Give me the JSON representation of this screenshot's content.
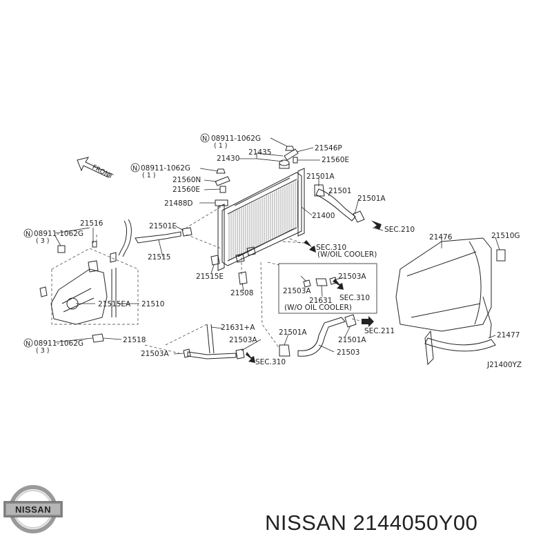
{
  "brand": {
    "logo_text": "NISSAN",
    "title_brand": "NISSAN",
    "title_part": "2144050Y00"
  },
  "diagram": {
    "front_label": "FRONT",
    "ref_code": "J21400YZ",
    "nut_marker": "N",
    "labels": {
      "bolt_top": "08911-1062G",
      "qty_top": "( 1 )",
      "bolt_mid": "08911-1062G",
      "qty_mid": "( 1 )",
      "bolt_left": "08911-1062G",
      "qty_left": "( 3 )",
      "bolt_bottom": "08911-1062G",
      "qty_bottom": "( 3 )",
      "p21546p": "21546P",
      "p21435": "21435",
      "p21430": "21430",
      "p21560e_top": "21560E",
      "p21560n": "21560N",
      "p21560e_mid": "21560E",
      "p21488d": "21488D",
      "p21501a_a": "21501A",
      "p21501": "21501",
      "p21501a_b": "21501A",
      "p21400": "21400",
      "sec210": "SEC.210",
      "p21516": "21516",
      "p21501e": "21501E",
      "p21515": "21515",
      "p21515e": "21515E",
      "sec310_top": "SEC.310",
      "with_oil_cooler": "(W/OIL COOLER)",
      "p21476": "21476",
      "p21510g": "21510G",
      "p21508": "21508",
      "p21503a_l": "21503A",
      "p21503a_r": "21503A",
      "p21631": "21631",
      "sec310_box": "SEC.310",
      "wo_oil_cooler": "(W/O OIL COOLER)",
      "p21515ea": "21515EA",
      "p21510": "21510",
      "p21631a": "21631+A",
      "p21501a_c": "21501A",
      "sec211": "SEC.211",
      "p21477": "21477",
      "p21518": "21518",
      "p21503a_low": "21503A",
      "p21501a_d": "21501A",
      "p21503a_left": "21503A",
      "sec310_low": "SEC.310",
      "p21503": "21503"
    }
  }
}
